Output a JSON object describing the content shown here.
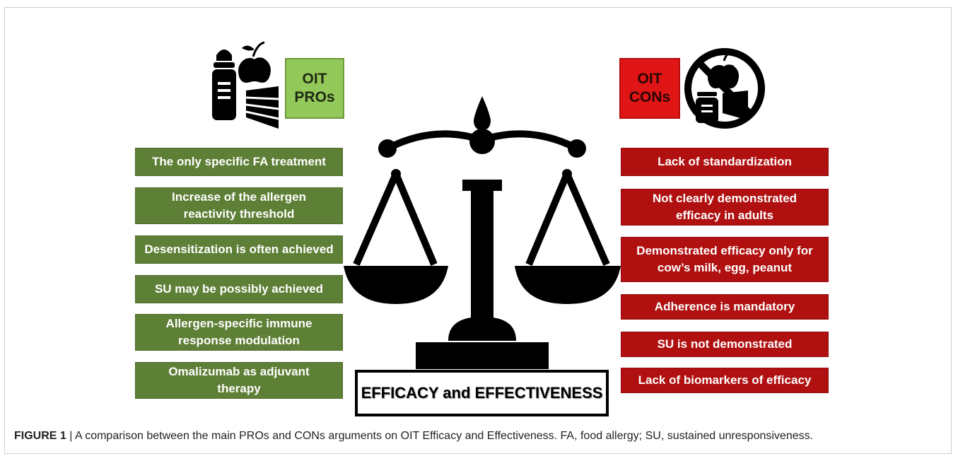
{
  "pros": {
    "tag": "OIT\nPROs",
    "items": [
      "The only specific FA treatment",
      "Increase of the allergen\nreactivity  threshold",
      "Desensitization is often achieved",
      "SU may be possibly achieved",
      "Allergen-specific immune\nresponse modulation",
      "Omalizumab as adjuvant\ntherapy"
    ]
  },
  "cons": {
    "tag": "OIT\nCONs",
    "items": [
      "Lack of standardization",
      "Not clearly demonstrated\nefficacy in adults",
      "Demonstrated efficacy only for\ncow’s milk, egg, peanut",
      "Adherence is mandatory",
      "SU is not demonstrated",
      "Lack of biomarkers of efficacy"
    ]
  },
  "balance_label": "EFFICACY and EFFECTIVENESS",
  "caption": {
    "label": "FIGURE 1",
    "separator": " | ",
    "text": "A comparison between the main PROs and CONs arguments on OIT Efficacy and Effectiveness. FA, food allergy; SU, sustained unresponsiveness."
  },
  "icons": [
    "food-icon",
    "no-food-icon",
    "scale-icon"
  ],
  "colors": {
    "pro_box": "#5e7f36",
    "pro_tag": "#93c85a",
    "con_box": "#b01010",
    "con_tag": "#e01515"
  }
}
